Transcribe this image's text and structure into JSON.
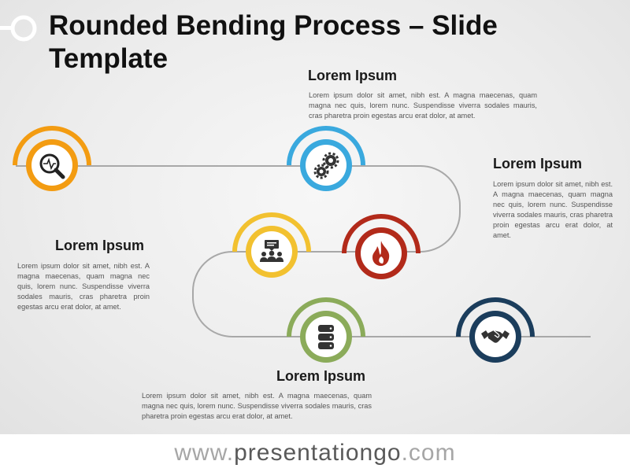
{
  "title": "Rounded Bending Process – Slide Template",
  "footer": {
    "prefix": "www.",
    "brand": "presentationgo",
    "suffix": ".com"
  },
  "colors": {
    "orange": "#f39c12",
    "blue": "#3aa9de",
    "red": "#b22a1a",
    "yellow": "#f2c130",
    "green": "#8bab5a",
    "navy": "#1b3d5c",
    "line": "#a8a8a8"
  },
  "steps": [
    {
      "icon": "magnifier-chart-icon",
      "color": "orange"
    },
    {
      "icon": "gears-icon",
      "color": "blue"
    },
    {
      "icon": "flame-icon",
      "color": "red"
    },
    {
      "icon": "meeting-chat-icon",
      "color": "yellow"
    },
    {
      "icon": "database-icon",
      "color": "green"
    },
    {
      "icon": "handshake-icon",
      "color": "navy"
    }
  ],
  "blocks": [
    {
      "heading": "Lorem Ipsum",
      "text": "Lorem ipsum dolor sit amet, nibh est. A magna maecenas, quam magna nec quis, lorem nunc. Suspendisse viverra sodales mauris, cras pharetra proin egestas arcu erat dolor, at amet."
    },
    {
      "heading": "Lorem Ipsum",
      "text": "Lorem ipsum dolor sit amet, nibh est. A magna maecenas, quam magna nec quis, lorem nunc. Suspendisse viverra sodales mauris, cras pharetra proin egestas arcu erat dolor, at amet."
    },
    {
      "heading": "Lorem Ipsum",
      "text": "Lorem ipsum dolor sit amet, nibh est. A magna maecenas, quam magna nec quis, lorem nunc. Suspendisse viverra sodales mauris, cras pharetra proin egestas arcu erat dolor, at amet."
    },
    {
      "heading": "Lorem Ipsum",
      "text": "Lorem ipsum dolor sit amet, nibh est. A magna maecenas, quam magna nec quis, lorem nunc. Suspendisse viverra sodales mauris, cras pharetra proin egestas arcu erat dolor, at amet."
    }
  ]
}
